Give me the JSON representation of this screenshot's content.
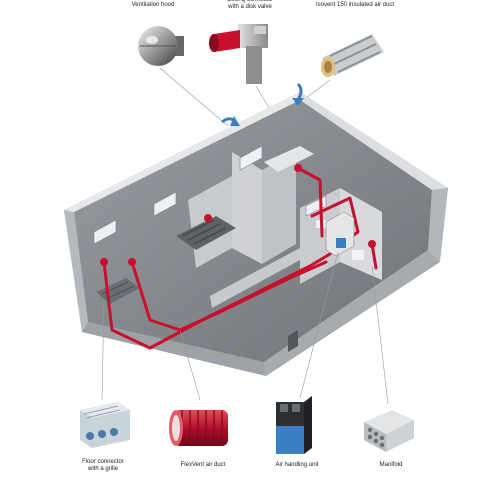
{
  "top_components": [
    {
      "label": "Ventilation hood",
      "icon": "ventilation-hood-icon"
    },
    {
      "label": "Ceiling connector\nwith a disk valve",
      "icon": "ceiling-connector-icon"
    },
    {
      "label": "Isovent 150 insulated air duct",
      "icon": "insulated-duct-icon"
    }
  ],
  "bottom_components": [
    {
      "label": "Floor connector\nwith a grille",
      "icon": "floor-connector-icon"
    },
    {
      "label": "FlexVent air duct",
      "icon": "flexvent-duct-icon"
    },
    {
      "label": "Air handling unit",
      "icon": "air-handling-unit-icon"
    },
    {
      "label": "Manifold",
      "icon": "manifold-icon"
    }
  ],
  "colors": {
    "duct_red": "#c8102e",
    "supply_blue": "#3a7fc4",
    "floor_gray": "#8d9196",
    "wall_light": "#d9dbde",
    "wall_dark": "#a9adb2"
  }
}
